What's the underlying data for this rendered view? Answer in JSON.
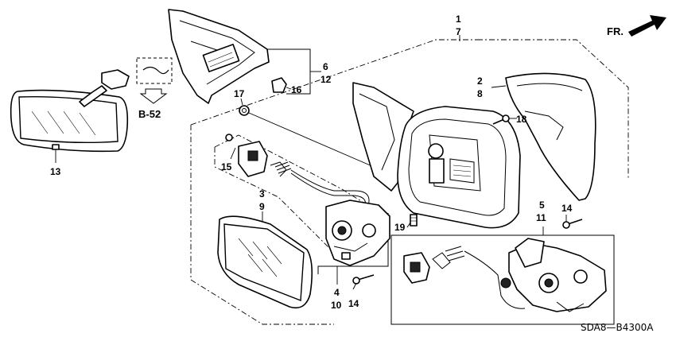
{
  "diagram": {
    "orientation_label": "FR.",
    "reference_label": "B-52",
    "diagram_code": "SDA8—B4300A",
    "callouts": {
      "c1": "1",
      "c7": "7",
      "c2": "2",
      "c8": "8",
      "c6": "6",
      "c12": "12",
      "c16": "16",
      "c17": "17",
      "c18": "18",
      "c13": "13",
      "c15": "15",
      "c3": "3",
      "c9": "9",
      "c19": "19",
      "c5": "5",
      "c11": "11",
      "c14a": "14",
      "c14b": "14",
      "c4": "4",
      "c10": "10"
    }
  }
}
